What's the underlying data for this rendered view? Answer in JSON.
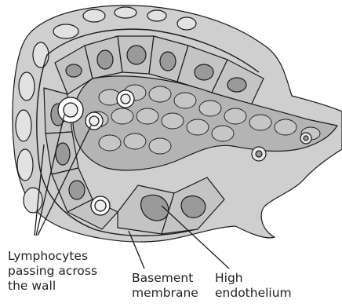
{
  "labels": {
    "lymphocytes": [
      "Lymphocytes",
      "passing across",
      "the wall"
    ],
    "basement": [
      "Basement",
      "membrane"
    ],
    "endothelium": [
      "High",
      "endothelium"
    ]
  },
  "colors": {
    "outline": "#1a1a1a",
    "tissue": "#cfcfcf",
    "cell_light": "#dcdcdc",
    "cell_mid": "#c2c2c2",
    "nucleus": "#9a9a9a",
    "lumen_cells": "#b4b4b4",
    "lymphocyte": "#ffffff"
  }
}
